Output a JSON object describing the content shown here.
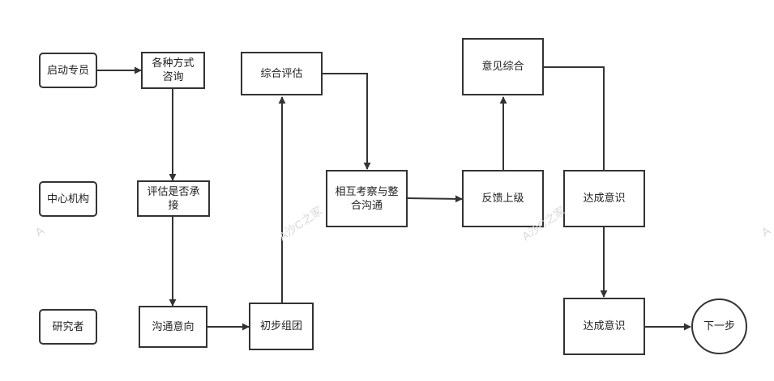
{
  "colors": {
    "stroke": "#333333",
    "text": "#222222",
    "fill": "#ffffff",
    "watermark": "#d9d9d9"
  },
  "nodes": {
    "start_specialist": "启动专员",
    "center_agency": "中心机构",
    "researcher": "研究者",
    "consult_methods": "各种方式咨询",
    "assess_accept": "评估是否承接",
    "communicate_intent": "沟通意向",
    "initial_team": "初步组团",
    "comprehensive_eval": "综合评估",
    "mutual_inspection": "相互考察与整合沟通",
    "feedback_superior": "反馈上级",
    "opinion_summary": "意见综合",
    "consensus_1": "达成意识",
    "consensus_2": "达成意识",
    "next_step": "下一步"
  },
  "watermarks": [
    "A",
    "A沙C之家",
    "A沙C之家",
    "A"
  ]
}
